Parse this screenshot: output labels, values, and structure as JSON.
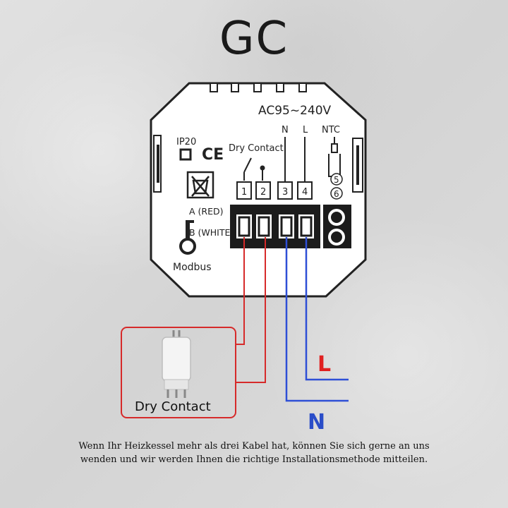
{
  "title": "GC",
  "device": {
    "voltage": "AC95~240V",
    "ip_rating": "IP20",
    "ce_mark": "CE",
    "dry_contact_label": "Dry Contact",
    "terminal_n": "N",
    "terminal_l": "L",
    "ntc_label": "NTC",
    "terminals": [
      "1",
      "2",
      "3",
      "4"
    ],
    "ntc_terminals": [
      "5",
      "6"
    ],
    "modbus_a": "A (RED)",
    "modbus_b": "B (WHITE",
    "modbus_label": "Modbus"
  },
  "relay_box_label": "Dry Contact",
  "wire_labels": {
    "live": "L",
    "neutral": "N"
  },
  "colors": {
    "red_wire": "#d62a2a",
    "blue_wire": "#2e4fd6",
    "live_text": "#e02020",
    "neutral_text": "#2a4dc8"
  },
  "caption": [
    "Wenn Ihr Heizkessel mehr als drei Kabel hat, können Sie sich gerne an uns",
    "wenden und wir werden Ihnen die richtige Installationsmethode mitteilen."
  ]
}
